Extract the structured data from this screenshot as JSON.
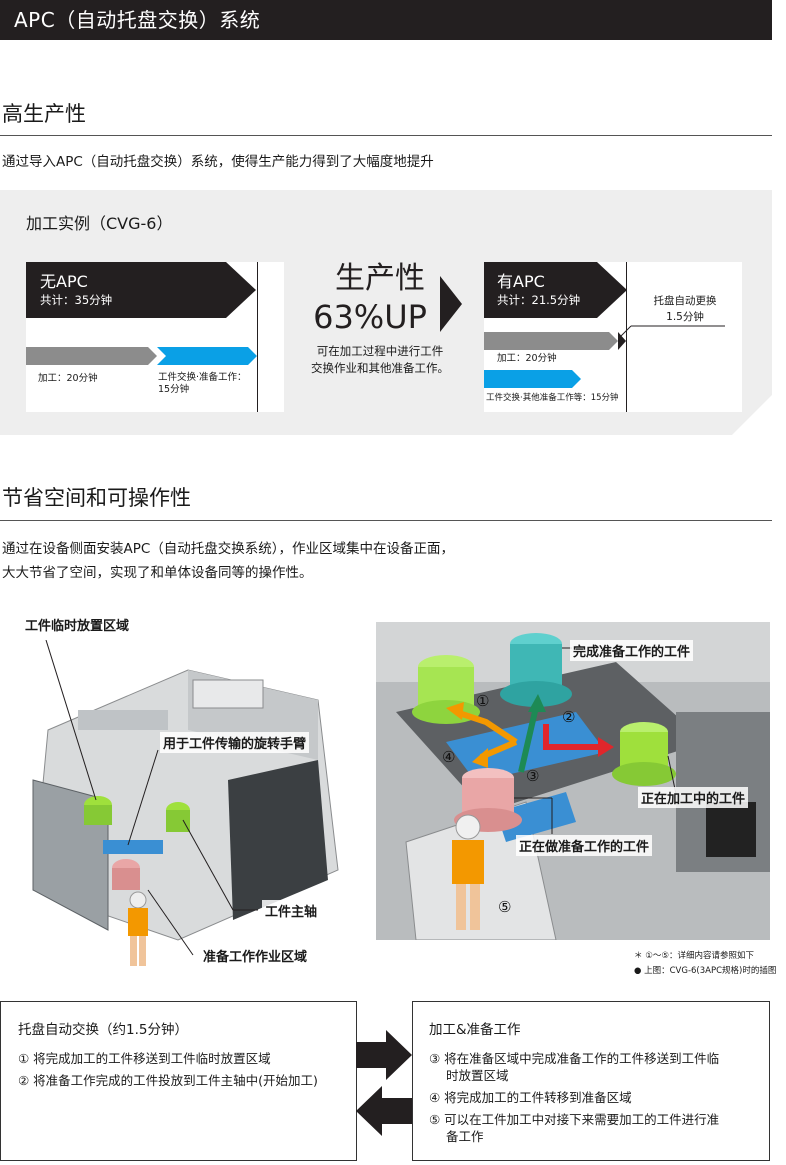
{
  "header": {
    "title": "APC（自动托盘交换）系统"
  },
  "section1": {
    "title": "高生产性",
    "lead": "通过导入APC（自动托盘交换）系统，使得生产能力得到了大幅度地提升",
    "example_title": "加工实例（CVG-6）",
    "no_apc": {
      "label": "无APC",
      "total": "共计：35分钟",
      "machining": "加工：20分钟",
      "exchange_line1": "工件交换·准备工作：",
      "exchange_line2": "15分钟"
    },
    "productivity": {
      "line1": "生产性",
      "line2": "63%UP",
      "desc_line1": "可在加工过程中进行工件",
      "desc_line2": "交换作业和其他准备工作。"
    },
    "with_apc": {
      "label": "有APC",
      "total": "共计：21.5分钟",
      "machining": "加工：20分钟",
      "exchange": "工件交换·其他准备工作等：15分钟",
      "auto_change_line1": "托盘自动更换",
      "auto_change_line2": "1.5分钟"
    }
  },
  "section2": {
    "title": "节省空间和可操作性",
    "lead_line1": "通过在设备侧面安装APC（自动托盘交换系统），作业区域集中在设备正面，",
    "lead_line2": "大大节省了空间，实现了和单体设备同等的操作性。",
    "left_callouts": {
      "temp_area": "工件临时放置区域",
      "rotary_arm": "用于工件传输的旋转手臂",
      "spindle": "工件主轴",
      "prep_area": "准备工作作业区域"
    },
    "right_callouts": {
      "done_prep": "完成准备工作的工件",
      "machining": "正在加工中的工件",
      "preparing": "正在做准备工作的工件",
      "n1": "①",
      "n2": "②",
      "n3": "③",
      "n4": "④",
      "n5": "⑤"
    },
    "notes": {
      "note1": "＊ ①～⑤：详细内容请参照如下",
      "note2": "● 上图：CVG-6(3APC规格)时的插图"
    }
  },
  "bottom": {
    "left_box": {
      "title": "托盘自动交换（约1.5分钟）",
      "items": [
        "① 将完成加工的工件移送到工件临时放置区域",
        "② 将准备工作完成的工件投放到工件主轴中(开始加工)"
      ]
    },
    "right_box": {
      "title": "加工&准备工作",
      "item1_line1": "③ 将在准备区域中完成准备工作的工件移送到工件临",
      "item1_line2": "时放置区域",
      "item2": "④ 将完成加工的工件转移到准备区域",
      "item3_line1": "⑤ 可以在工件加工中对接下来需要加工的工件进行准",
      "item3_line2": "备工作"
    }
  },
  "colors": {
    "dark": "#231f20",
    "grey_bar": "#8c8c8c",
    "blue_bar": "#0aa0e6",
    "panel": "#eeeeee",
    "green_part": "#9fe03c",
    "teal_part": "#3fb7b5",
    "pink_part": "#e9a6a6",
    "orange_arrow": "#f39800",
    "red_arrow": "#e0262b",
    "green_arrow": "#1d8a55"
  }
}
